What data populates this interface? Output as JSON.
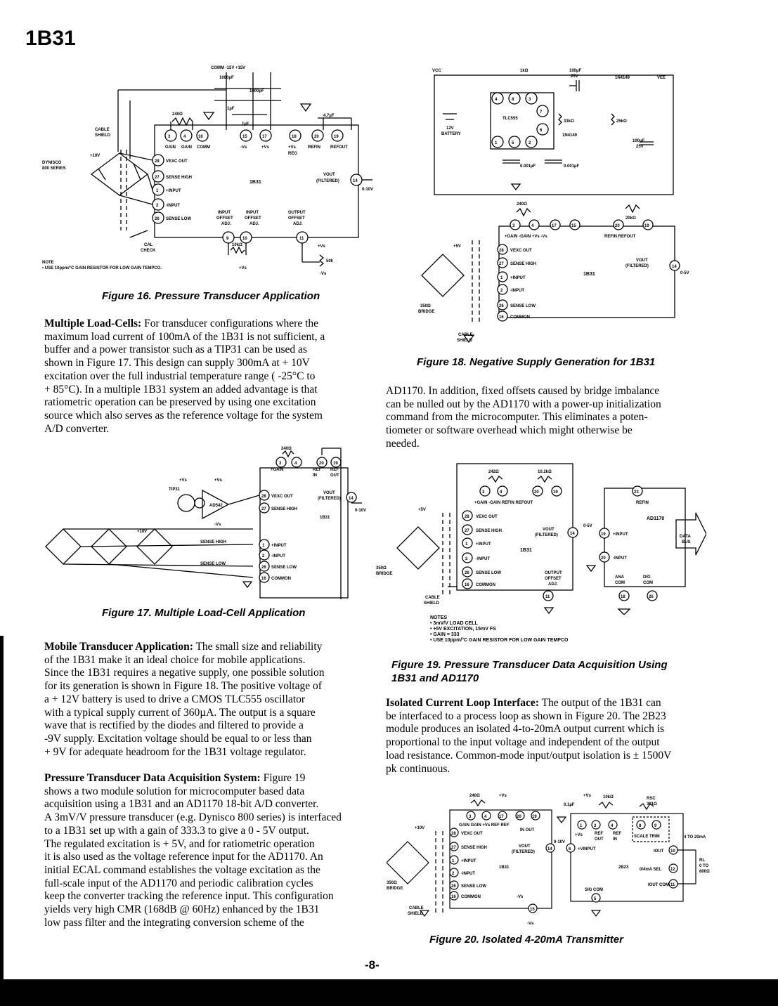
{
  "header": {
    "title": "1B31"
  },
  "figures": {
    "fig16": {
      "caption": "Figure 16. Pressure Transducer Application",
      "labels": {
        "supplies": "COMM  -15V  +15V",
        "c1": "1000pF",
        "c2": "1000pF",
        "c3": "1µF",
        "c4": "1µF",
        "c5": "4.7µF",
        "r1": "240Ω",
        "cable": "CABLE\nSHIELD",
        "v10": "+10V",
        "dynisco": "DYNISCO\n800 SERIES",
        "p3": "3",
        "p4": "4",
        "p16": "16",
        "p15": "15",
        "p17": "17",
        "p18": "18",
        "p20": "20",
        "p19": "19",
        "gain1": "GAIN",
        "gain2": "GAIN",
        "comm": "COMM",
        "mvs": "-Vs",
        "pvs": "+Vs",
        "pvsreg": "+Vs\nREG",
        "refin": "REFIN",
        "refout": "REFOUT",
        "p28": "28",
        "vexc": "VEXC OUT",
        "p27": "27",
        "sensehigh": "SENSE HIGH",
        "chip": "1B31",
        "vout": "VOUT\n(FILTERED)",
        "p14": "14",
        "range": "0-10V",
        "p1": "1",
        "pin": "+INPUT",
        "p2": "2",
        "min": "-INPUT",
        "p26": "26",
        "senselow": "SENSE LOW",
        "inoff": "INPUT\nOFFSET\nADJ.",
        "inoff2": "INPUT\nOFFSET\nADJ.",
        "outoff": "OUTPUT\nOFFSET\nADJ.",
        "p9": "9",
        "p10": "10",
        "p11": "11",
        "r10k": "10kΩ",
        "r50k": "50k",
        "cal": "CAL\nCHECK",
        "note": "NOTE",
        "note1": "• USE 10ppm/°C GAIN RESISTOR FOR LOW GAIN TEMPCO."
      }
    },
    "fig17": {
      "caption": "Figure 17. Multiple Load-Cell Application"
    },
    "fig18": {
      "caption": "Figure 18. Negative Supply Generation for 1B31"
    },
    "fig19": {
      "caption_line1": "Figure 19. Pressure Transducer Data Acquisition Using",
      "caption_line2": "1B31 and AD1170",
      "notes_title": "NOTES",
      "notes": [
        "• 3mV/V LOAD CELL",
        "• +5V EXCITATION, 15mV FS",
        "• GAIN = 333",
        "• USE 10ppm/°C GAIN RESISTOR FOR LOW GAIN TEMPCO"
      ]
    },
    "fig20": {
      "caption": "Figure 20. Isolated 4-20mA Transmitter"
    }
  },
  "body": {
    "p1_head": "Multiple Load-Cells:",
    "p1_lines": [
      " For transducer configurations where the",
      "maximum load current of 100mA of the 1B31 is not sufficient, a",
      "buffer and a power transistor such as a TIP31 can be used as",
      "shown in Figure 17. This design can supply 300mA at  + 10V",
      "excitation over the full industrial temperature range ( -25°C to",
      " + 85°C). In a multiple 1B31 system an added advantage is that",
      "ratiometric operation can be preserved by using one excitation",
      "source which also serves as the reference voltage for the system",
      "A/D converter."
    ],
    "p2_head": "Mobile Transducer Application:",
    "p2_lines": [
      " The small size and reliability",
      "of the 1B31 make it an ideal choice for mobile applications.",
      "Since the 1B31 requires a negative supply, one possible solution",
      "for its generation is shown in Figure 18. The positive voltage of",
      "a  + 12V battery is used to drive a CMOS TLC555 oscillator",
      "with a typical supply current of 360µA. The output is a square",
      "wave that is rectified by the diodes and filtered to provide a",
      " -9V supply. Excitation voltage should be equal to or less than",
      " + 9V for adequate headroom for the 1B31 voltage regulator."
    ],
    "p3_head": "Pressure Transducer Data Acquisition System:",
    "p3_lines": [
      " Figure 19",
      "shows a two module solution for microcomputer based data",
      "acquisition using a 1B31 and an AD1170 18-bit A/D converter.",
      "A 3mV/V pressure transducer (e.g. Dynisco 800 series) is interfaced",
      "to a 1B31 set up with a gain of 333.3 to give a 0 - 5V output.",
      "The regulated excitation is  + 5V, and for ratiometric operation",
      "it is also used as the voltage reference input for the AD1170. An",
      "initial ECAL command establishes the voltage excitation as the",
      "full-scale input of the AD1170 and periodic calibration cycles",
      "keep the converter tracking the reference input. This configuration",
      "yields very high CMR (168dB @ 60Hz) enhanced by the 1B31",
      "low pass filter and the integrating conversion scheme of the"
    ],
    "p4_lines": [
      "AD1170. In addition, fixed offsets caused by bridge imbalance",
      "can be nulled out by the AD1170 with a power-up initialization",
      "command from the microcomputer. This eliminates a poten-",
      "tiometer or software overhead which might otherwise be",
      "needed."
    ],
    "p5_head": "Isolated Current Loop Interface:",
    "p5_lines": [
      " The output of the 1B31 can",
      "be interfaced to a process loop as shown in Figure 20. The 2B23",
      "module produces an isolated 4-to-20mA output current which is",
      "proportional to the input voltage and independent of the output",
      "load resistance. Common-mode input/output isolation is  ± 1500V",
      "pk continuous."
    ]
  },
  "footer": {
    "page_number": "-8-"
  }
}
